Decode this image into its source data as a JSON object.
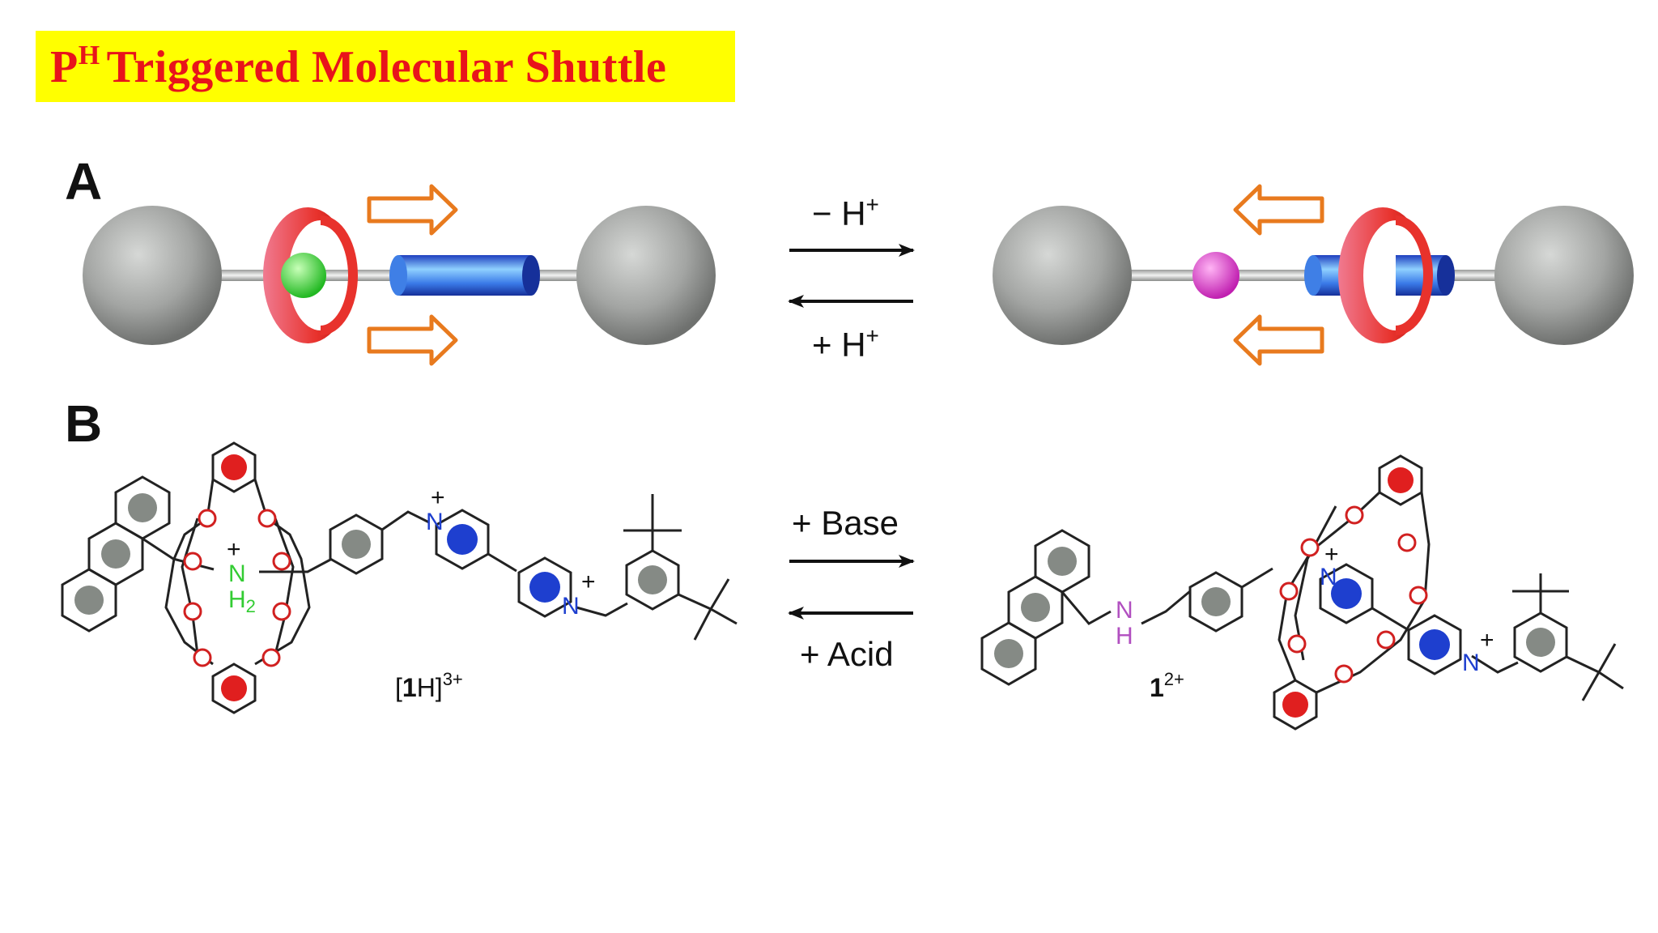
{
  "title": {
    "prefix": "P",
    "superscript": "H",
    "text": "Triggered Molecular Shuttle"
  },
  "panels": {
    "a": "A",
    "b": "B"
  },
  "conditions": {
    "deprotonate": "− H",
    "protonate": "+ H",
    "plus_sign": "+",
    "base": "+ Base",
    "acid": "+ Acid"
  },
  "atoms": {
    "oxygen": "O",
    "nitrogen": "N",
    "plus": "+",
    "nh2": "H",
    "nh2_sub": "2",
    "amine_n": "N",
    "amine_h": "H"
  },
  "compounds": {
    "left_bold": "1",
    "left_wrap_open": "[",
    "left_wrap_tail": "H]",
    "left_charge": "3+",
    "right_bold": "1",
    "right_charge": "2+"
  },
  "colors": {
    "title_bg": "#ffff00",
    "title_text": "#e8141b",
    "ring": "#e8322c",
    "ammonium_station": "#33cc33",
    "amine_station": "#d946c8",
    "bipyridinium_station": "#1e3fcf",
    "stopper": "#9a9c9a",
    "arrow_outline": "#e87a1e",
    "oxygen": "#d12020",
    "ammonium_text": "#33cc33",
    "amine_text": "#b14fc0",
    "pyridinium_text": "#1e3fcf"
  }
}
